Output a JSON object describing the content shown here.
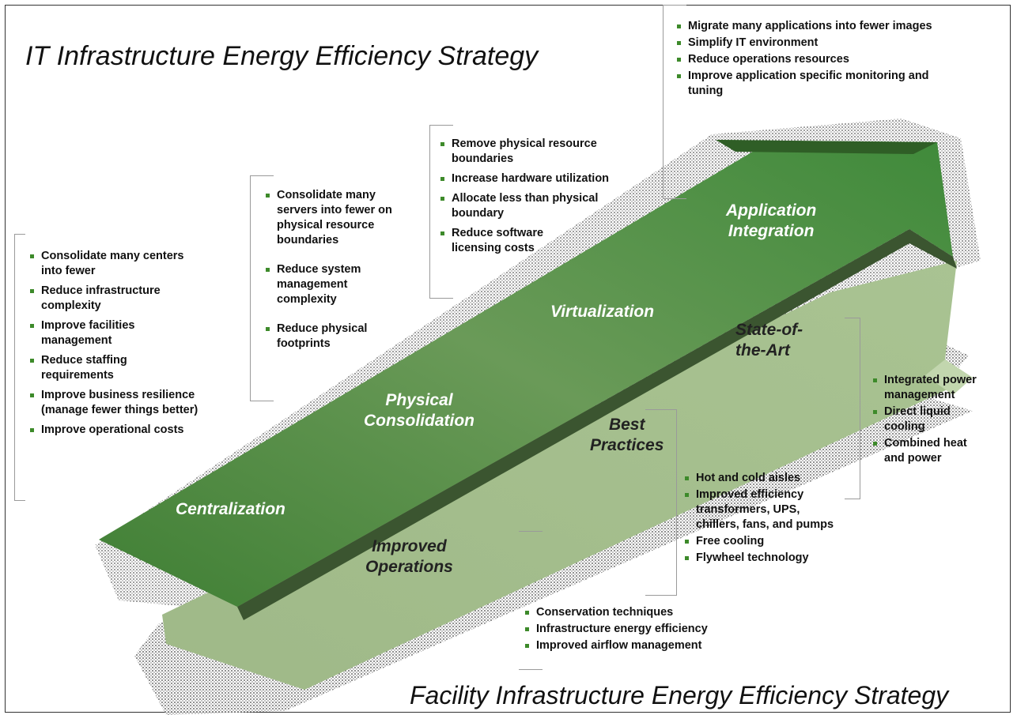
{
  "titles": {
    "it": "IT Infrastructure Energy Efficiency Strategy",
    "facility": "Facility Infrastructure Energy Efficiency Strategy"
  },
  "stages_it": [
    "Centralization",
    "Physical\nConsolidation",
    "Virtualization",
    "Application\nIntegration"
  ],
  "stages_facility": [
    "Improved\nOperations",
    "Best\nPractices",
    "State-of-\nthe-Art"
  ],
  "lists": {
    "centralization": [
      "Consolidate many centers into fewer",
      "Reduce infrastructure complexity",
      "Improve facilities management",
      "Reduce staffing requirements",
      "Improve business resilience (manage fewer things better)",
      "Improve operational costs"
    ],
    "physical_consolidation": [
      "Consolidate many servers into fewer on physical resource boundaries",
      "Reduce system management complexity",
      "Reduce physical footprints"
    ],
    "virtualization": [
      "Remove physical resource boundaries",
      "Increase hardware utilization",
      "Allocate less than physical boundary",
      "Reduce software licensing costs"
    ],
    "application_integration": [
      "Migrate many applications into fewer images",
      "Simplify IT environment",
      "Reduce operations resources",
      "Improve application specific monitoring and tuning"
    ],
    "improved_operations": [
      "Conservation techniques",
      "Infrastructure energy efficiency",
      "Improved airflow management"
    ],
    "best_practices": [
      "Hot and cold aisles",
      "Improved efficiency transformers, UPS, chillers, fans, and pumps",
      "Free cooling",
      "Flywheel technology"
    ],
    "state_of_the_art": [
      "Integrated power management",
      "Direct liquid cooling",
      "Combined heat and power"
    ]
  },
  "colors": {
    "it_arrow": "#4a8a3c",
    "it_arrow_edge": "#3a5a30",
    "facility_arrow": "#a3bd8c",
    "bullet": "#3d8a2a"
  }
}
